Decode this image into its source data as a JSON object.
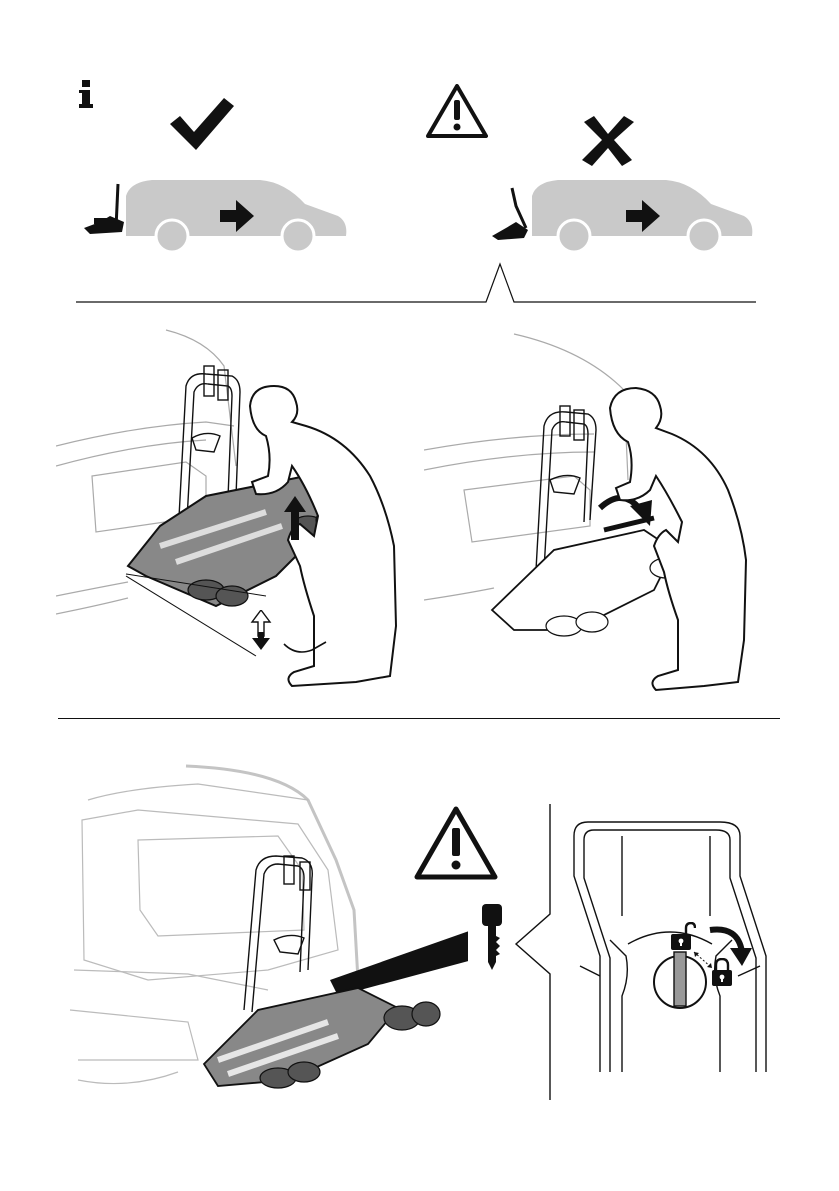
{
  "page": {
    "background": "#ffffff",
    "ink": "#111111",
    "vehicle_fill": "#c9c9c9",
    "panels": [
      {
        "id": "top",
        "icons": [
          "info-icon",
          "checkmark-icon",
          "warning-icon",
          "cross-icon"
        ]
      },
      {
        "id": "middle",
        "icons": [
          "lift-arrow-icon",
          "tilt-arrow-icon"
        ]
      },
      {
        "id": "bottom",
        "icons": [
          "warning-icon",
          "key-icon",
          "unlock-icon",
          "lock-icon",
          "turn-arrow-icon"
        ]
      }
    ]
  },
  "symbols": {
    "info": "i",
    "warning": "!"
  }
}
